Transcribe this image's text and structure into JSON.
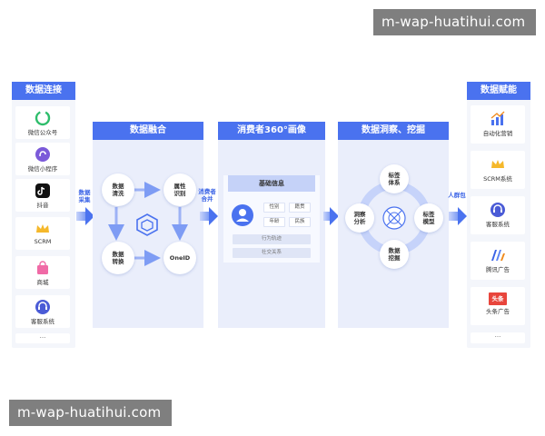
{
  "watermark": {
    "top": "m-wap-huatihui.com",
    "bottom": "m-wap-huatihui.com"
  },
  "left": {
    "title": "数据连接",
    "items": [
      {
        "label": "微信公众号",
        "icon": "wechat-official-icon"
      },
      {
        "label": "微信小程序",
        "icon": "wechat-miniprogram-icon"
      },
      {
        "label": "抖音",
        "icon": "douyin-icon"
      },
      {
        "label": "SCRM",
        "icon": "crown-icon"
      },
      {
        "label": "商城",
        "icon": "shopping-bag-icon"
      },
      {
        "label": "客服系统",
        "icon": "headset-icon"
      }
    ],
    "more": "···"
  },
  "flow1": {
    "label1": "数据",
    "label2": "采集"
  },
  "fusion": {
    "title": "数据融合",
    "n1a": "数据",
    "n1b": "清洗",
    "n2a": "属性",
    "n2b": "识别",
    "n3a": "数据",
    "n3b": "转换",
    "n4": "OneID"
  },
  "flow2": {
    "label1": "消费者",
    "label2": "合并"
  },
  "portrait": {
    "title": "消费者360°画像",
    "card_title": "基础信息",
    "tags": [
      "性别",
      "籍贯",
      "年龄",
      "民族"
    ],
    "bars": [
      "行为轨迹",
      "社交关系"
    ]
  },
  "insight": {
    "title": "数据洞察、挖掘",
    "top_a": "标签",
    "top_b": "体系",
    "left_a": "洞察",
    "left_b": "分析",
    "right_a": "标签",
    "right_b": "模型",
    "bottom_a": "数据",
    "bottom_b": "挖掘"
  },
  "flow3": {
    "label": "人群包"
  },
  "right": {
    "title": "数据赋能",
    "items": [
      {
        "label": "自动化营销",
        "icon": "bar-chart-icon"
      },
      {
        "label": "SCRM系统",
        "icon": "crown-icon"
      },
      {
        "label": "客服系统",
        "icon": "headset-icon"
      },
      {
        "label": "腾讯广告",
        "icon": "tencent-ads-icon"
      },
      {
        "label": "头条广告",
        "icon": "toutiao-icon",
        "badge": "头条"
      }
    ],
    "more": "···"
  }
}
